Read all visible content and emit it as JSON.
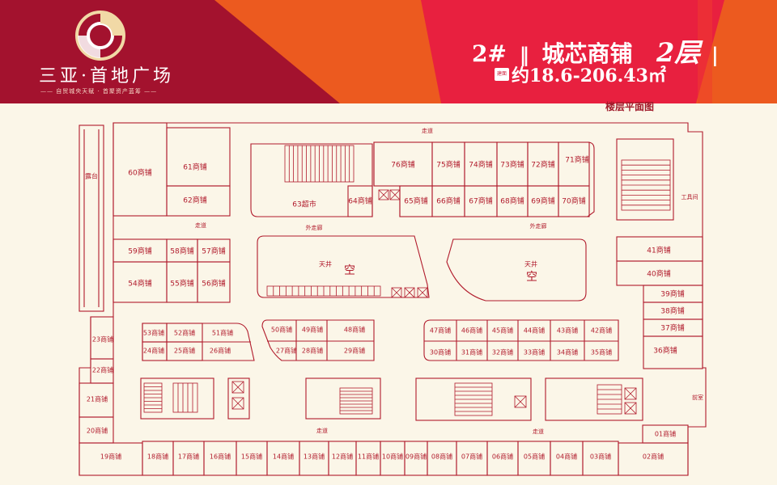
{
  "logo": {
    "name": "三亚·首地广场",
    "tagline": "—— 自贸城央天赋 · 首聚资产蓝筹 ——"
  },
  "header": {
    "building": "2#",
    "category": "城芯商铺",
    "floor": "2层",
    "area_badge": "建面",
    "area": "约18.6-206.43㎡"
  },
  "plan": {
    "title": "楼层平面图",
    "labels": {
      "corridor": "走道",
      "outer_corridor": "外走廊",
      "atrium": "天井",
      "void": "空",
      "terrace": "露台",
      "tool_room": "工具间",
      "front_room": "前室",
      "supermarket": "63超市"
    },
    "shops": [
      "01商铺",
      "02商铺",
      "03商铺",
      "04商铺",
      "05商铺",
      "06商铺",
      "07商铺",
      "08商铺",
      "09商铺",
      "10商铺",
      "11商铺",
      "12商铺",
      "13商铺",
      "14商铺",
      "15商铺",
      "16商铺",
      "17商铺",
      "18商铺",
      "19商铺",
      "20商铺",
      "21商铺",
      "22商铺",
      "23商铺",
      "24商铺",
      "25商铺",
      "26商铺",
      "27商铺",
      "28商铺",
      "29商铺",
      "30商铺",
      "31商铺",
      "32商铺",
      "33商铺",
      "34商铺",
      "35商铺",
      "36商铺",
      "37商铺",
      "38商铺",
      "39商铺",
      "40商铺",
      "41商铺",
      "42商铺",
      "43商铺",
      "44商铺",
      "45商铺",
      "46商铺",
      "47商铺",
      "48商铺",
      "49商铺",
      "50商铺",
      "51商铺",
      "52商铺",
      "53商铺",
      "54商铺",
      "55商铺",
      "56商铺",
      "57商铺",
      "58商铺",
      "59商铺",
      "60商铺",
      "61商铺",
      "62商铺",
      "64商铺",
      "65商铺",
      "66商铺",
      "67商铺",
      "68商铺",
      "69商铺",
      "70商铺",
      "71商铺",
      "72商铺",
      "73商铺",
      "74商铺",
      "75商铺",
      "76商铺"
    ]
  },
  "colors": {
    "crimson": "#a3122e",
    "red": "#e8203f",
    "orange": "#ec5a1f",
    "line": "#b11b2c",
    "bg": "#fbf6e8",
    "gold": "#f1d9a6"
  }
}
